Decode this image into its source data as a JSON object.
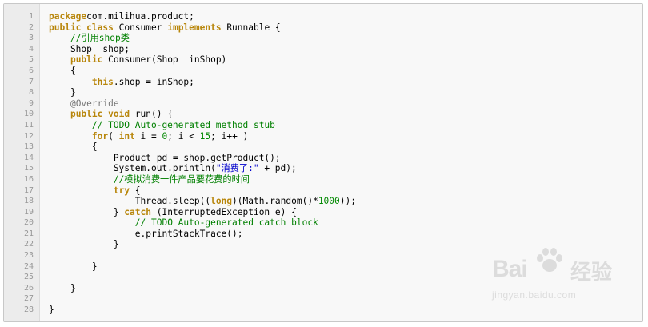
{
  "code": {
    "lines": [
      {
        "n": "1",
        "segs": [
          [
            "kw",
            "package"
          ],
          [
            "",
            "com.milihua.product;"
          ]
        ]
      },
      {
        "n": "2",
        "segs": [
          [
            "kw",
            "public"
          ],
          [
            "",
            " "
          ],
          [
            "kw",
            "class"
          ],
          [
            "",
            " Consumer "
          ],
          [
            "kw",
            "implements"
          ],
          [
            "",
            " Runnable {"
          ]
        ]
      },
      {
        "n": "3",
        "segs": [
          [
            "",
            "    "
          ],
          [
            "com",
            "//引用shop类"
          ]
        ]
      },
      {
        "n": "4",
        "segs": [
          [
            "",
            "    Shop  shop;"
          ]
        ]
      },
      {
        "n": "5",
        "segs": [
          [
            "",
            "    "
          ],
          [
            "kw",
            "public"
          ],
          [
            "",
            " Consumer(Shop  inShop)"
          ]
        ]
      },
      {
        "n": "6",
        "segs": [
          [
            "",
            "    {"
          ]
        ]
      },
      {
        "n": "7",
        "segs": [
          [
            "",
            "        "
          ],
          [
            "kw",
            "this"
          ],
          [
            "",
            ".shop = inShop;"
          ]
        ]
      },
      {
        "n": "8",
        "segs": [
          [
            "",
            "    }"
          ]
        ]
      },
      {
        "n": "9",
        "segs": [
          [
            "",
            "    "
          ],
          [
            "ann",
            "@Override"
          ]
        ]
      },
      {
        "n": "10",
        "segs": [
          [
            "",
            "    "
          ],
          [
            "kw",
            "public"
          ],
          [
            "",
            " "
          ],
          [
            "kw",
            "void"
          ],
          [
            "",
            " run() {"
          ]
        ]
      },
      {
        "n": "11",
        "segs": [
          [
            "",
            "        "
          ],
          [
            "com",
            "// TODO Auto-generated method stub"
          ]
        ]
      },
      {
        "n": "12",
        "segs": [
          [
            "",
            "        "
          ],
          [
            "kw",
            "for"
          ],
          [
            "",
            "( "
          ],
          [
            "kw",
            "int"
          ],
          [
            "",
            " i = "
          ],
          [
            "num",
            "0"
          ],
          [
            "",
            "; i < "
          ],
          [
            "num",
            "15"
          ],
          [
            "",
            "; i++ )"
          ]
        ]
      },
      {
        "n": "13",
        "segs": [
          [
            "",
            "        {"
          ]
        ]
      },
      {
        "n": "14",
        "segs": [
          [
            "",
            "            Product pd = shop.getProduct();"
          ]
        ]
      },
      {
        "n": "15",
        "segs": [
          [
            "",
            "            System.out.println("
          ],
          [
            "str",
            "\"消费了:\""
          ],
          [
            "",
            " + pd);"
          ]
        ]
      },
      {
        "n": "16",
        "segs": [
          [
            "",
            "            "
          ],
          [
            "com",
            "//模拟消费一件产品要花费的时间"
          ]
        ]
      },
      {
        "n": "17",
        "segs": [
          [
            "",
            "            "
          ],
          [
            "kw",
            "try"
          ],
          [
            "",
            " {"
          ]
        ]
      },
      {
        "n": "18",
        "segs": [
          [
            "",
            "                Thread.sleep(("
          ],
          [
            "kw",
            "long"
          ],
          [
            "",
            ")(Math.random()*"
          ],
          [
            "num",
            "1000"
          ],
          [
            "",
            "));"
          ]
        ]
      },
      {
        "n": "19",
        "segs": [
          [
            "",
            "            } "
          ],
          [
            "kw",
            "catch"
          ],
          [
            "",
            " (InterruptedException e) {"
          ]
        ]
      },
      {
        "n": "20",
        "segs": [
          [
            "",
            "                "
          ],
          [
            "com",
            "// TODO Auto-generated catch block"
          ]
        ]
      },
      {
        "n": "21",
        "segs": [
          [
            "",
            "                e.printStackTrace();"
          ]
        ]
      },
      {
        "n": "22",
        "segs": [
          [
            "",
            "            }"
          ]
        ]
      },
      {
        "n": "23",
        "segs": []
      },
      {
        "n": "24",
        "segs": [
          [
            "",
            "        }"
          ]
        ]
      },
      {
        "n": "25",
        "segs": []
      },
      {
        "n": "26",
        "segs": [
          [
            "",
            "    }"
          ]
        ]
      },
      {
        "n": "27",
        "segs": []
      },
      {
        "n": "28",
        "segs": [
          [
            "",
            "}"
          ]
        ]
      }
    ]
  },
  "watermark": {
    "brand": "Bai  ",
    "brand_cn": "经验",
    "url": "jingyan.baidu.com",
    "icon": "paw-icon"
  },
  "colors": {
    "keyword": "#b8860b",
    "comment": "#008000",
    "string": "#0000cc",
    "number": "#008800"
  }
}
